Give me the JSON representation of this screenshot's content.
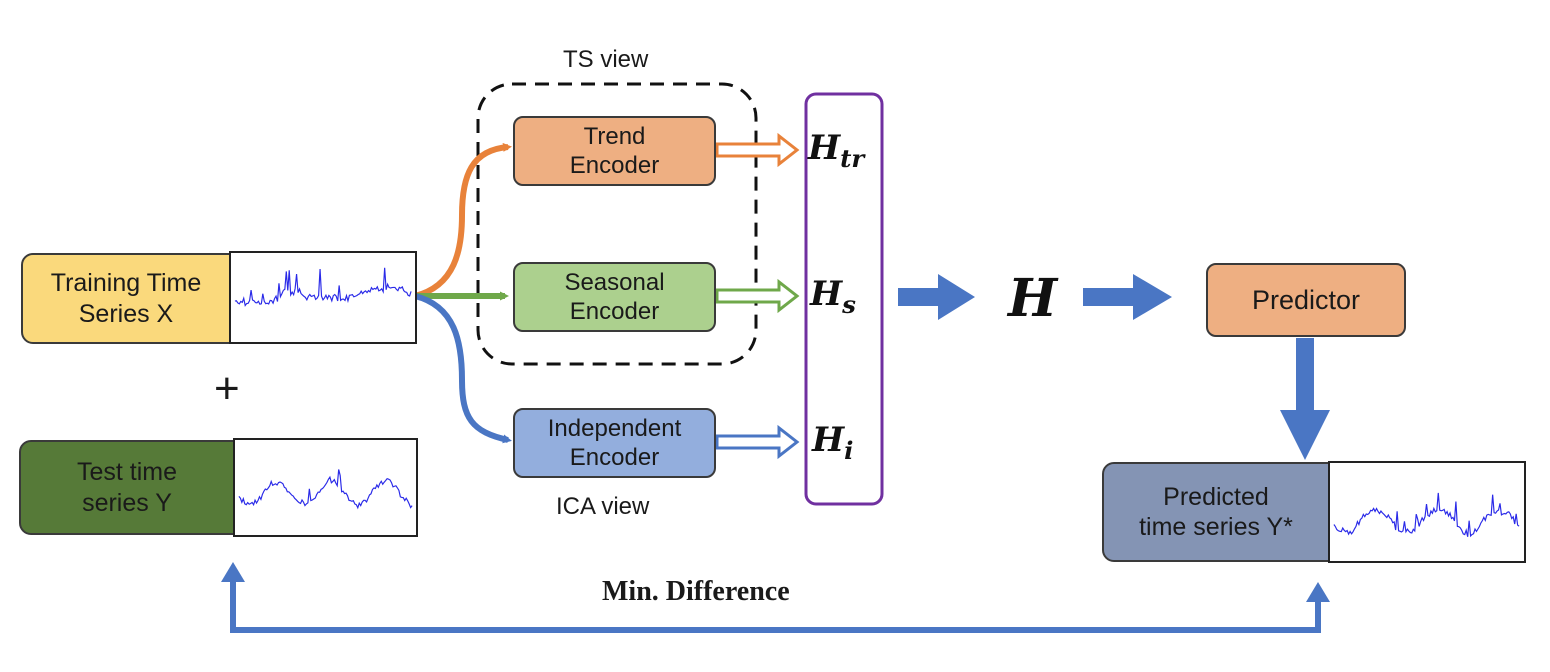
{
  "inputs": {
    "training_label": "Training Time\nSeries X",
    "plus": "+",
    "test_label": "Test time\nseries Y"
  },
  "views": {
    "ts_view": "TS view",
    "ica_view": "ICA view"
  },
  "encoders": {
    "trend": "Trend\nEncoder",
    "seasonal": "Seasonal\nEncoder",
    "independent": "Independent\nEncoder"
  },
  "representations": {
    "h_tr": {
      "base": "H",
      "sub": "tr"
    },
    "h_s": {
      "base": "H",
      "sub": "s"
    },
    "h_i": {
      "base": "H",
      "sub": "i"
    },
    "h": "H"
  },
  "predictor": "Predictor",
  "output_label": "Predicted\ntime series Y*",
  "loss_label": "Min. Difference",
  "colors": {
    "training_fill": "#fad97c",
    "test_fill": "#567a38",
    "trend_fill": "#eeaf82",
    "seasonal_fill": "#acd08e",
    "independent_fill": "#93aedd",
    "predictor_fill": "#eeaf82",
    "output_fill": "#8494b4",
    "trend_arrow": "#e8823a",
    "seasonal_arrow": "#6fa84a",
    "blue_arrow": "#4a76c4",
    "concat_border": "#7030a0",
    "series_line": "#2a2ae8"
  }
}
